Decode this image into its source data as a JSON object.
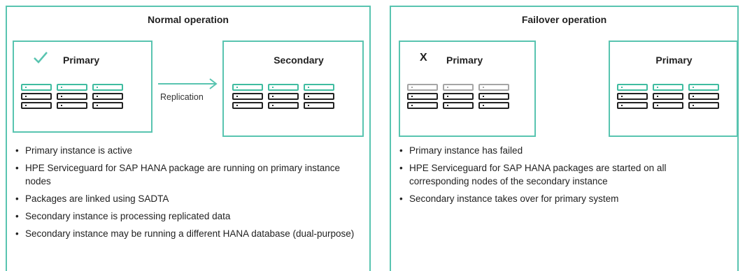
{
  "normal": {
    "title": "Normal operation",
    "primary_label": "Primary",
    "secondary_label": "Secondary",
    "replication_label": "Replication",
    "bullets": [
      "Primary instance is active",
      "HPE Serviceguard for SAP HANA package are running on primary instance nodes",
      "Packages are linked using SADTA",
      "Secondary instance is processing replicated data",
      "Secondary instance may be running a different HANA database (dual-purpose)"
    ]
  },
  "failover": {
    "title": "Failover operation",
    "failed_label": "Primary",
    "failed_mark": "X",
    "new_primary_label": "Primary",
    "bullets": [
      "Primary instance has failed",
      "HPE Serviceguard for SAP HANA packages are started on all corresponding nodes of the secondary instance",
      "Secondary instance takes over for primary system"
    ]
  },
  "colors": {
    "accent": "#59c4b0",
    "server_active": "#3fbca0",
    "server_failed": "#a5a5a5",
    "server_standby": "#222222"
  },
  "icons": {
    "active_status": "checkmark-icon",
    "failed_status": "x-mark"
  }
}
